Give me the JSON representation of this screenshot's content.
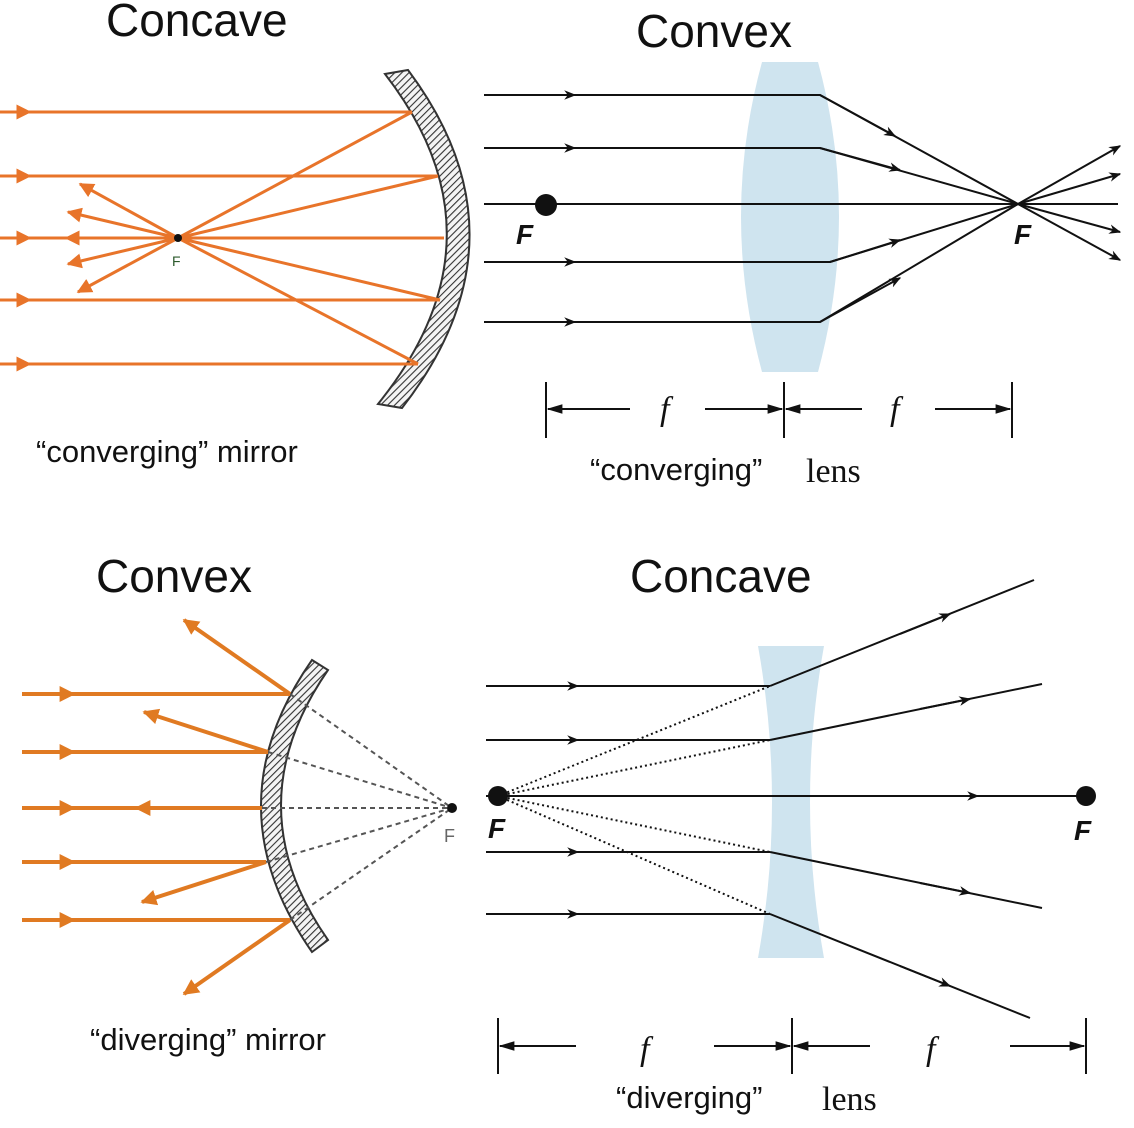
{
  "panels": {
    "concave_mirror": {
      "title": "Concave",
      "caption": "“converging” mirror",
      "focal_label": "F",
      "ray_color": "#e8742a"
    },
    "convex_lens": {
      "title": "Convex",
      "caption_quoted": "“converging”",
      "caption_word": "lens",
      "focal_label_left": "F",
      "focal_label_right": "F",
      "distance_label_left": "f",
      "distance_label_right": "f",
      "lens_color": "#cfe4ef"
    },
    "convex_mirror": {
      "title": "Convex",
      "caption": "“diverging” mirror",
      "focal_label": "F",
      "ray_color": "#e07a22"
    },
    "concave_lens": {
      "title": "Concave",
      "caption_quoted": "“diverging”",
      "caption_word": "lens",
      "focal_label_left": "F",
      "focal_label_right": "F",
      "distance_label_left": "f",
      "distance_label_right": "f",
      "lens_color": "#cfe4ef"
    }
  }
}
